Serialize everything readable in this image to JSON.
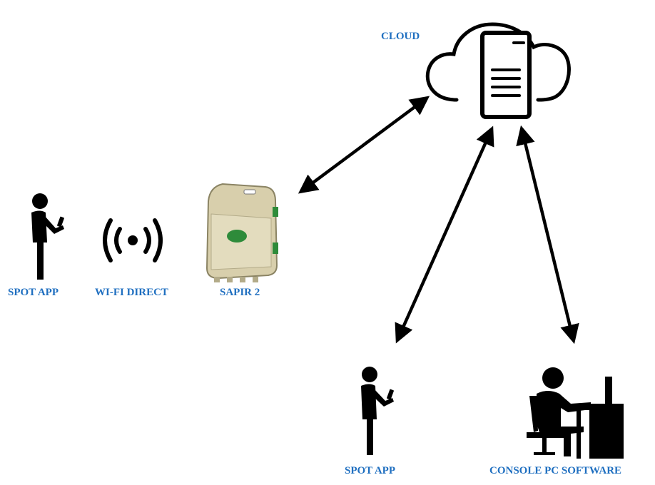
{
  "labels": {
    "cloud": "CLOUD",
    "spot_app_left": "SPOT APP",
    "wifi_direct": "WI-FI DIRECT",
    "sapir": "SAPIR 2",
    "spot_app_bottom": "SPOT APP",
    "console": "CONSOLE PC SOFTWARE"
  },
  "colors": {
    "label": "#1f6fc0",
    "ink": "#000000",
    "device_body": "#d8cfac",
    "device_accent": "#2e8b3a"
  },
  "icons": {
    "cloud": "cloud-server-icon",
    "person": "person-phone-icon",
    "wifi": "wifi-signal-icon",
    "device": "controller-box-icon",
    "console": "person-at-desk-icon"
  }
}
